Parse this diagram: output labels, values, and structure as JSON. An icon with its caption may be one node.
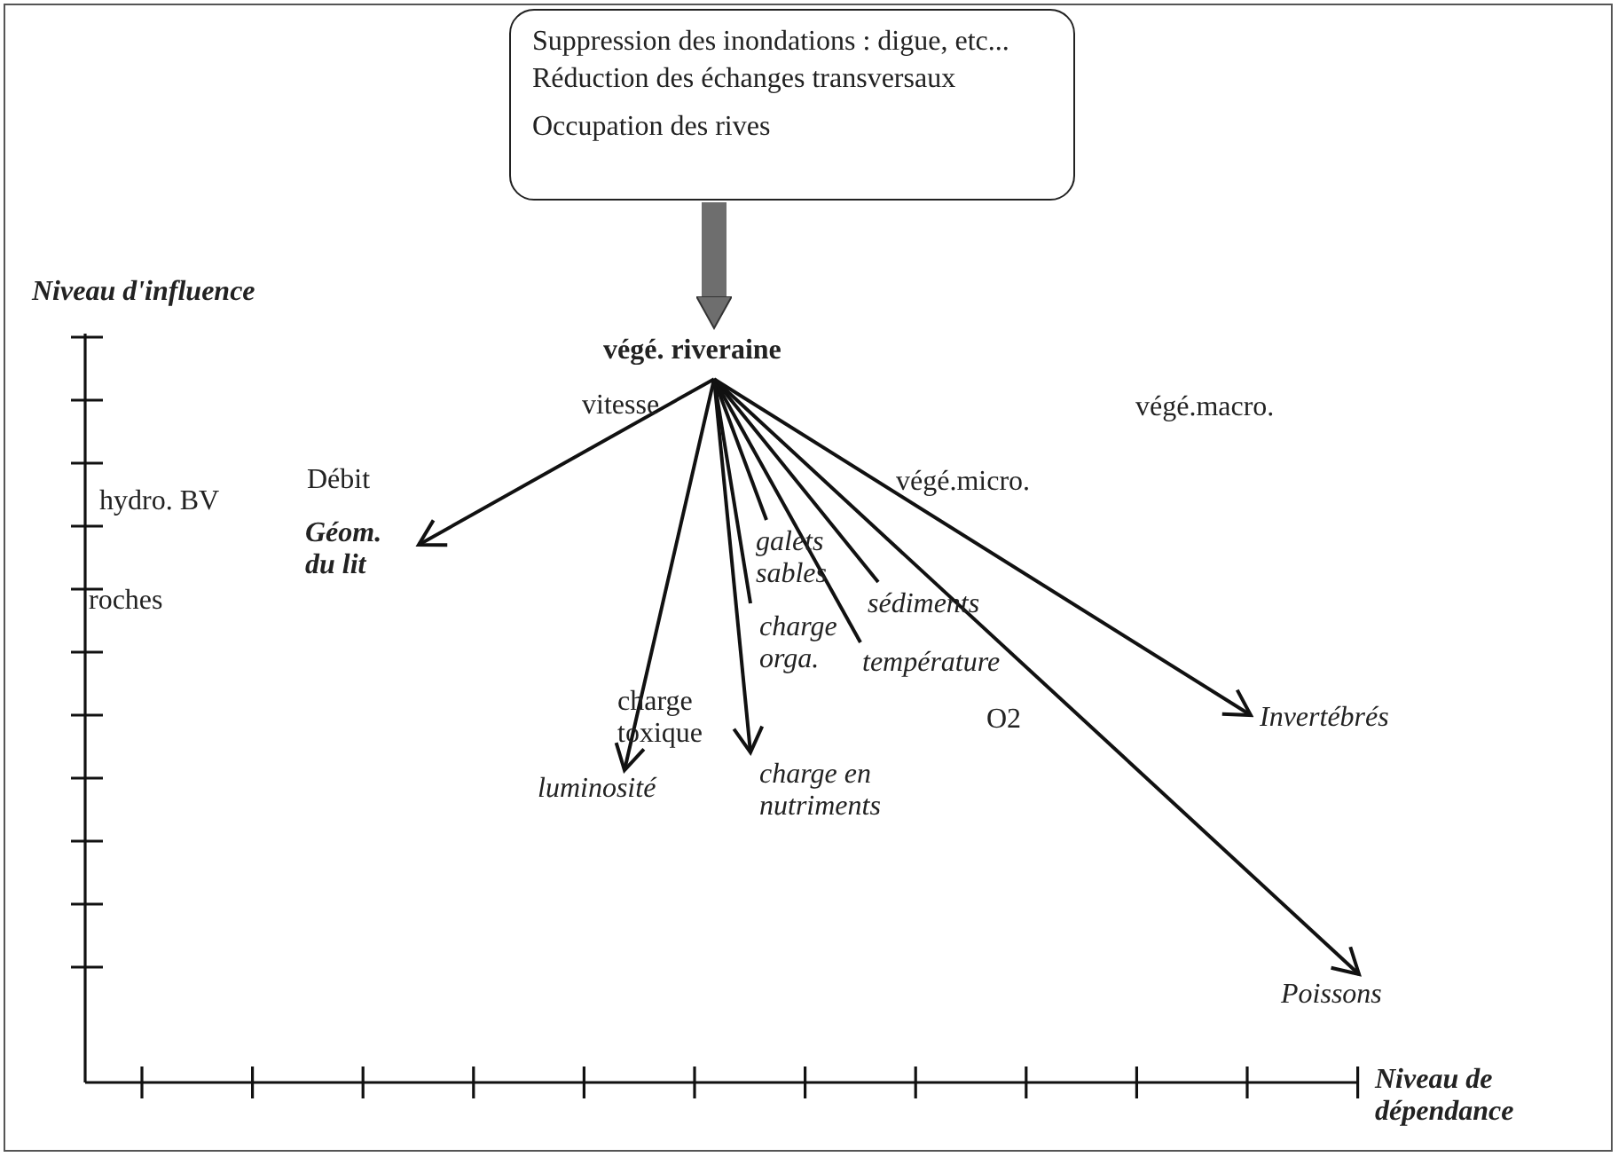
{
  "diagram": {
    "nodes": [
      {
        "text": [
          "Suppression des inondations : digue, etc...",
          "Réduction des échanges transversaux",
          "Occupation des rives"
        ]
      },
      {
        "text": [
          "végé. riveraine"
        ]
      },
      {
        "text": [
          "Géom. du lit"
        ]
      },
      {
        "text": [
          "luminosité"
        ]
      },
      {
        "text": [
          "charge en nutriments"
        ]
      },
      {
        "text": [
          "galets sables"
        ]
      },
      {
        "text": [
          "charge orga."
        ]
      },
      {
        "text": [
          "sédiments"
        ]
      },
      {
        "text": [
          "température"
        ]
      },
      {
        "text": [
          "Invertébrés"
        ]
      },
      {
        "text": [
          "Poissons"
        ]
      }
    ],
    "edges": [
      {
        "from": 0,
        "to": 1,
        "arrow": "to",
        "style": "thick",
        "color": "#6e6e6e"
      },
      {
        "from": 1,
        "to": 2,
        "arrow": "to"
      },
      {
        "from": 1,
        "to": 3,
        "arrow": "to"
      },
      {
        "from": 1,
        "to": 4,
        "arrow": "to"
      },
      {
        "from": 1,
        "to": 5,
        "arrow": "none"
      },
      {
        "from": 1,
        "to": 6,
        "arrow": "none"
      },
      {
        "from": 1,
        "to": 7,
        "arrow": "none"
      },
      {
        "from": 1,
        "to": 8,
        "arrow": "none"
      },
      {
        "from": 1,
        "to": 9,
        "arrow": "to"
      },
      {
        "from": 1,
        "to": 10,
        "arrow": "to"
      }
    ],
    "labels": [
      "Niveau d'influence",
      "vitesse",
      "végé.macro.",
      "Débit",
      "végé.micro.",
      "hydro. BV",
      "roches",
      "charge toxique",
      "O2",
      "Niveau de dépendance"
    ]
  }
}
